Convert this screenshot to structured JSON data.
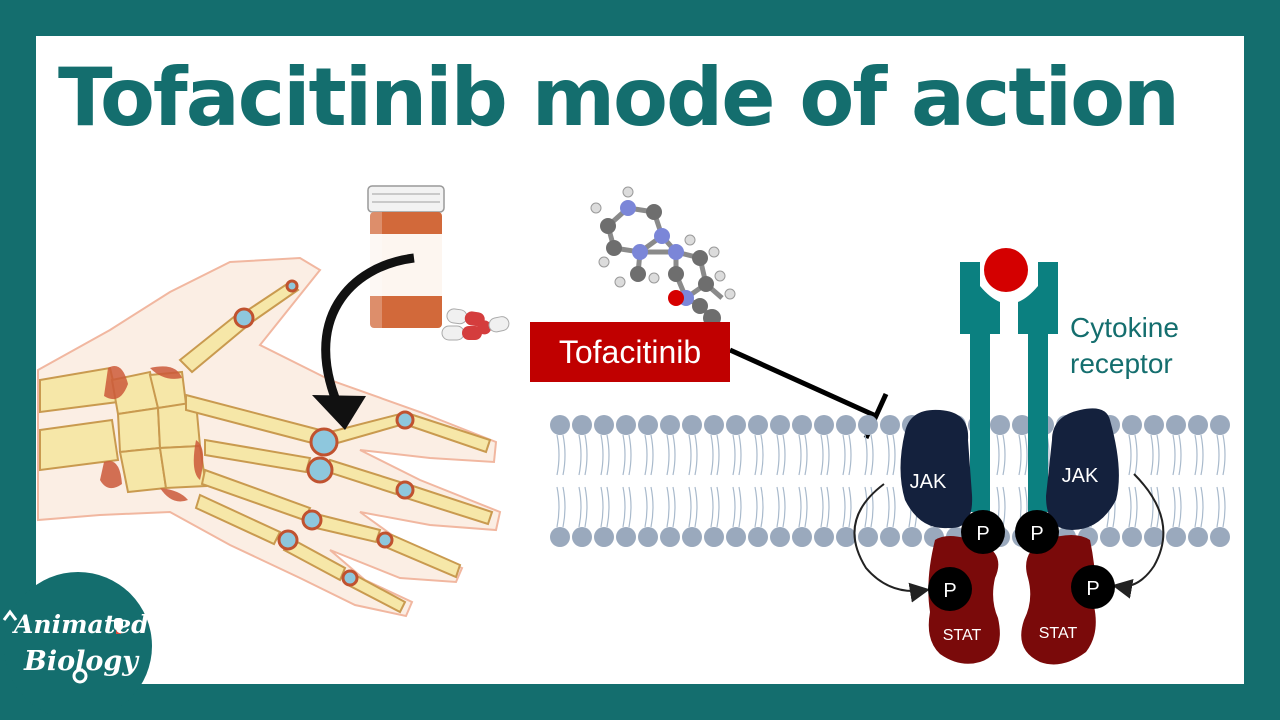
{
  "title": "Tofacitinib mode of action",
  "drug_label": "Tofacitinib",
  "receptor_label": [
    "Cytokine",
    "receptor"
  ],
  "jak_label": "JAK",
  "stat_label": "STAT",
  "phosphate_label": "P",
  "logo": {
    "line1": "Animated",
    "line2": "Biology"
  },
  "colors": {
    "frame": "#146e6e",
    "title": "#146e6e",
    "drug_box": "#c00000",
    "receptor": "#0b8080",
    "ligand": "#d40000",
    "jak": "#14213d",
    "stat": "#7a0a0a",
    "membrane_head": "#9aa9bd"
  }
}
